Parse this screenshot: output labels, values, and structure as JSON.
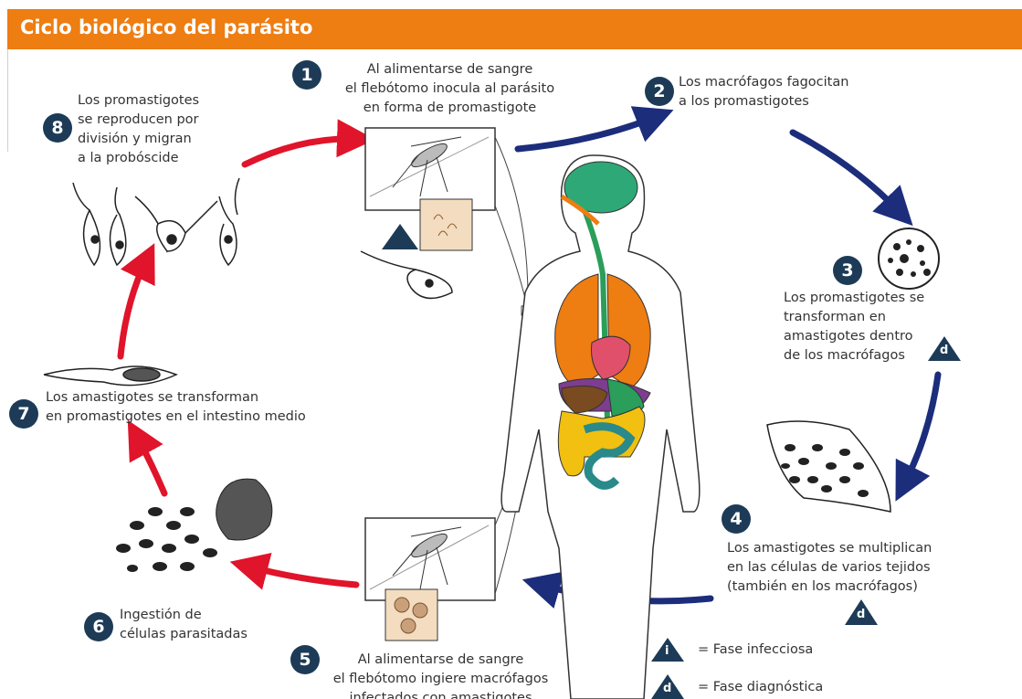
{
  "title": "Ciclo biológico del parásito",
  "steps": [
    {
      "n": "1",
      "text": "Al alimentarse de sangre\nel flebótomo inocula al parásito\nen forma de promastigote"
    },
    {
      "n": "2",
      "text": "Los macrófagos fagocitan\na los promastigotes"
    },
    {
      "n": "3",
      "text": "Los promastigotes se\ntransforman en\namastigotes dentro\nde los macrófagos"
    },
    {
      "n": "4",
      "text": "Los amastigotes se multiplican\nen las células de varios tejidos\n(también en los macrófagos)"
    },
    {
      "n": "5",
      "text": "Al alimentarse de sangre\nel flebótomo ingiere macrófagos\ninfectados con amastigotes"
    },
    {
      "n": "6",
      "text": "Ingestión de\ncélulas parasitadas"
    },
    {
      "n": "7",
      "text": "Los amastigotes se transforman\nen promastigotes en el intestino medio"
    },
    {
      "n": "8",
      "text": "Los promastigotes\nse reproducen por\ndivisión y migran\na la probóscide"
    }
  ],
  "legend": {
    "infectious_letter": "i",
    "infectious_label": "= Fase infecciosa",
    "diagnostic_letter": "d",
    "diagnostic_label": "= Fase diagnóstica"
  },
  "colors": {
    "header": "#ee7d12",
    "badge": "#1d3b57",
    "host_arrow": "#1c2d7c",
    "vector_arrow": "#e0142a"
  }
}
